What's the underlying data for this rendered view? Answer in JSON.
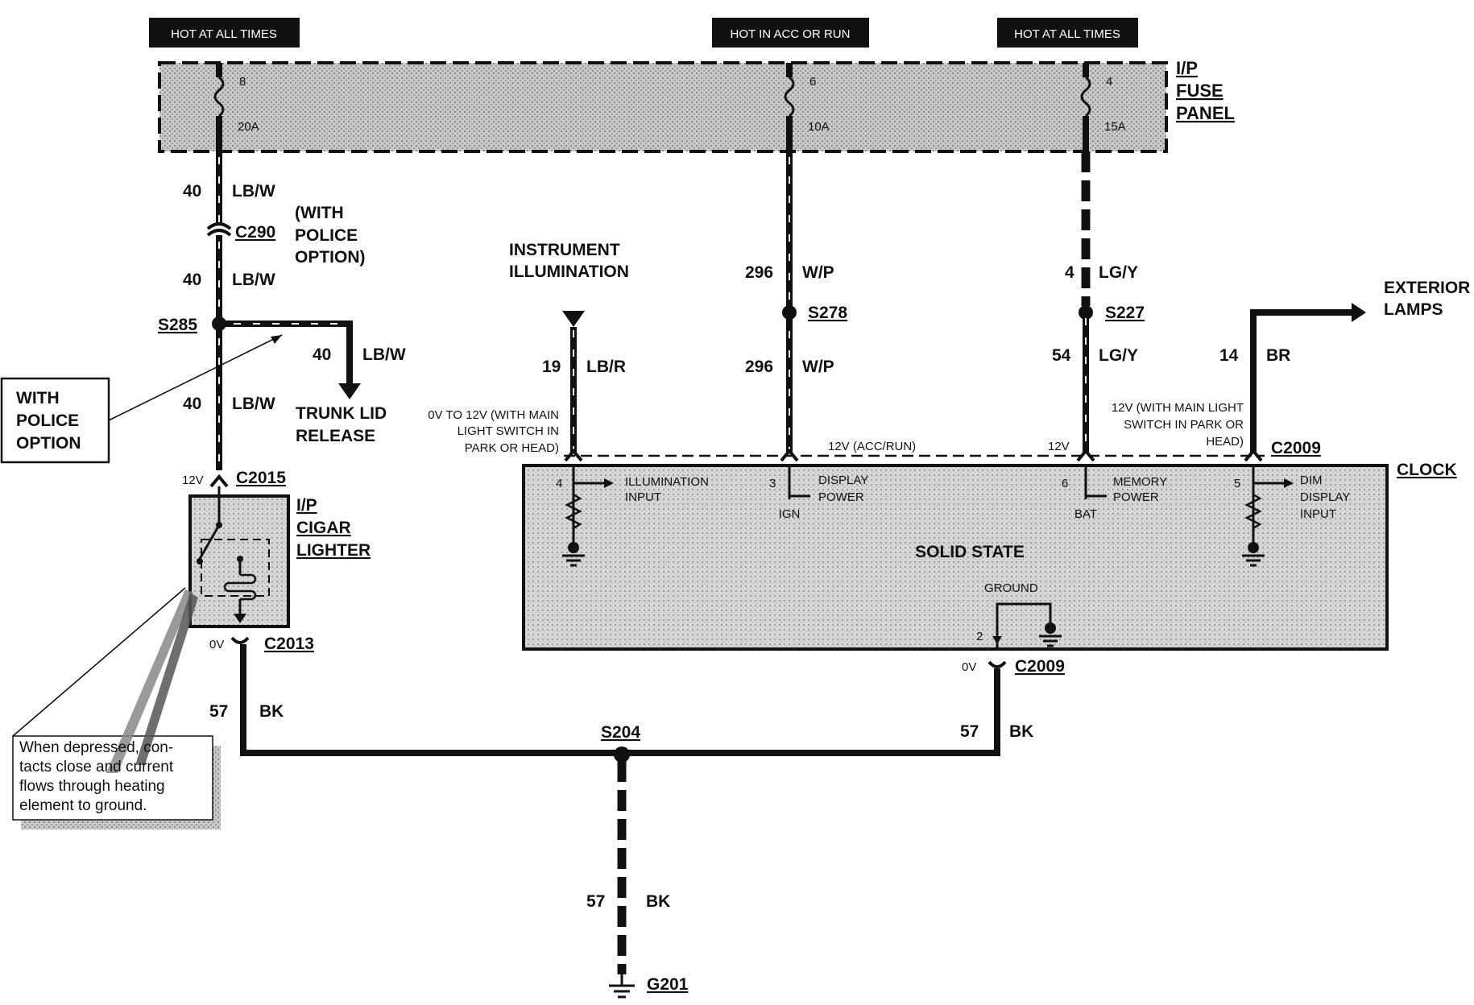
{
  "headers": {
    "left": "HOT AT ALL TIMES",
    "middle": "HOT IN ACC OR RUN",
    "right": "HOT AT ALL TIMES"
  },
  "fuse_panel": {
    "label_line1": "I/P",
    "label_line2": "FUSE",
    "label_line3": "PANEL",
    "fuses": [
      {
        "number": "8",
        "rating": "20A"
      },
      {
        "number": "6",
        "rating": "10A"
      },
      {
        "number": "4",
        "rating": "15A"
      }
    ]
  },
  "wires": {
    "left_top": {
      "circuit": "40",
      "color": "LB/W"
    },
    "left_mid": {
      "circuit": "40",
      "color": "LB/W"
    },
    "left_low": {
      "circuit": "40",
      "color": "LB/W"
    },
    "trunk_branch": {
      "circuit": "40",
      "color": "LB/W"
    },
    "ignition_top": {
      "circuit": "296",
      "color": "W/P"
    },
    "ignition_low": {
      "circuit": "296",
      "color": "W/P"
    },
    "memory_top": {
      "circuit": "4",
      "color": "LG/Y"
    },
    "memory_low": {
      "circuit": "54",
      "color": "LG/Y"
    },
    "illumination": {
      "circuit": "19",
      "color": "LB/R"
    },
    "exterior": {
      "circuit": "14",
      "color": "BR"
    },
    "ground_left": {
      "circuit": "57",
      "color": "BK"
    },
    "ground_right": {
      "circuit": "57",
      "color": "BK"
    },
    "ground_main": {
      "circuit": "57",
      "color": "BK"
    }
  },
  "connectors": {
    "c290": "C290",
    "c2015": "C2015",
    "c2013": "C2013",
    "c2009_top": "C2009",
    "c2009_bottom": "C2009"
  },
  "splices": {
    "s285": "S285",
    "s278": "S278",
    "s227": "S227",
    "s204": "S204"
  },
  "ground_point": "G201",
  "labels": {
    "with_police_line1": "(WITH",
    "with_police_line2": "POLICE",
    "with_police_line3": "OPTION)",
    "callout_line1": "WITH",
    "callout_line2": "POLICE",
    "callout_line3": "OPTION",
    "trunk_line1": "TRUNK LID",
    "trunk_line2": "RELEASE",
    "instrument_line1": "INSTRUMENT",
    "instrument_line2": "ILLUMINATION",
    "exterior_line1": "EXTERIOR",
    "exterior_line2": "LAMPS",
    "lighter_line1": "I/P",
    "lighter_line2": "CIGAR",
    "lighter_line3": "LIGHTER",
    "clock": "CLOCK",
    "solid_state": "SOLID STATE",
    "ground_internal": "GROUND"
  },
  "voltages": {
    "c2015": "12V",
    "c2013": "0V",
    "c2009_bottom": "0V",
    "illum_line1": "0V TO 12V (WITH MAIN",
    "illum_line2": "LIGHT SWITCH IN",
    "illum_line3": "PARK OR HEAD)",
    "acc_run": "12V (ACC/RUN)",
    "memory": "12V",
    "dim_line1": "12V (WITH MAIN LIGHT",
    "dim_line2": "SWITCH IN PARK OR",
    "dim_line3": "HEAD)"
  },
  "clock_pins": {
    "illum": {
      "pin": "4",
      "line1": "ILLUMINATION",
      "line2": "INPUT"
    },
    "display": {
      "pin": "3",
      "line1": "DISPLAY",
      "line2": "POWER",
      "sub": "IGN"
    },
    "memory": {
      "pin": "6",
      "line1": "MEMORY",
      "line2": "POWER",
      "sub": "BAT"
    },
    "dim": {
      "pin": "5",
      "line1": "DIM",
      "line2": "DISPLAY",
      "line3": "INPUT"
    },
    "ground": {
      "pin": "2"
    }
  },
  "note": {
    "line1": "When depressed, con-",
    "line2": "tacts close and current",
    "line3": "flows  through  heating",
    "line4": "element to ground."
  }
}
